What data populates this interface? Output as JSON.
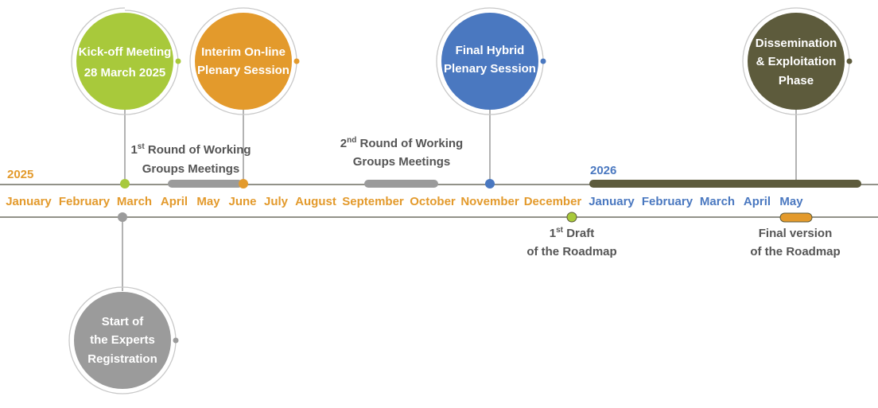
{
  "colors": {
    "line": "#6e6e62",
    "orange": "#e39a2c",
    "blue": "#4a78c0",
    "green": "#a8c93b",
    "gray": "#9b9b9b",
    "olive": "#5d5b3c",
    "label": "#555555"
  },
  "years": [
    "2025",
    "2026"
  ],
  "months_2025": [
    "January",
    "February",
    "March",
    "April",
    "May",
    "June",
    "July",
    "August",
    "September",
    "October",
    "November",
    "December"
  ],
  "months_2026": [
    "January",
    "February",
    "March",
    "April",
    "May"
  ],
  "milestones": {
    "kickoff": [
      "Kick-off Meeting",
      "28 March 2025"
    ],
    "interim": [
      "Interim On-line",
      "Plenary Session"
    ],
    "hybrid": [
      "Final Hybrid",
      "Plenary Session"
    ],
    "dissemination": [
      "Dissemination",
      "& Exploitation",
      "Phase"
    ],
    "registration": [
      "Start of",
      "the Experts",
      "Registration"
    ]
  },
  "labels": {
    "round1": {
      "ord": "1",
      "sup": "st",
      "rest": " Round of Working",
      "line2": "Groups Meetings"
    },
    "round2": {
      "ord": "2",
      "sup": "nd",
      "rest": " Round of Working",
      "line2": "Groups Meetings"
    },
    "draft": {
      "ord": "1",
      "sup": "st",
      "rest": " Draft",
      "line2": "of the Roadmap"
    },
    "final": {
      "line1": "Final version",
      "line2": "of the Roadmap"
    }
  }
}
